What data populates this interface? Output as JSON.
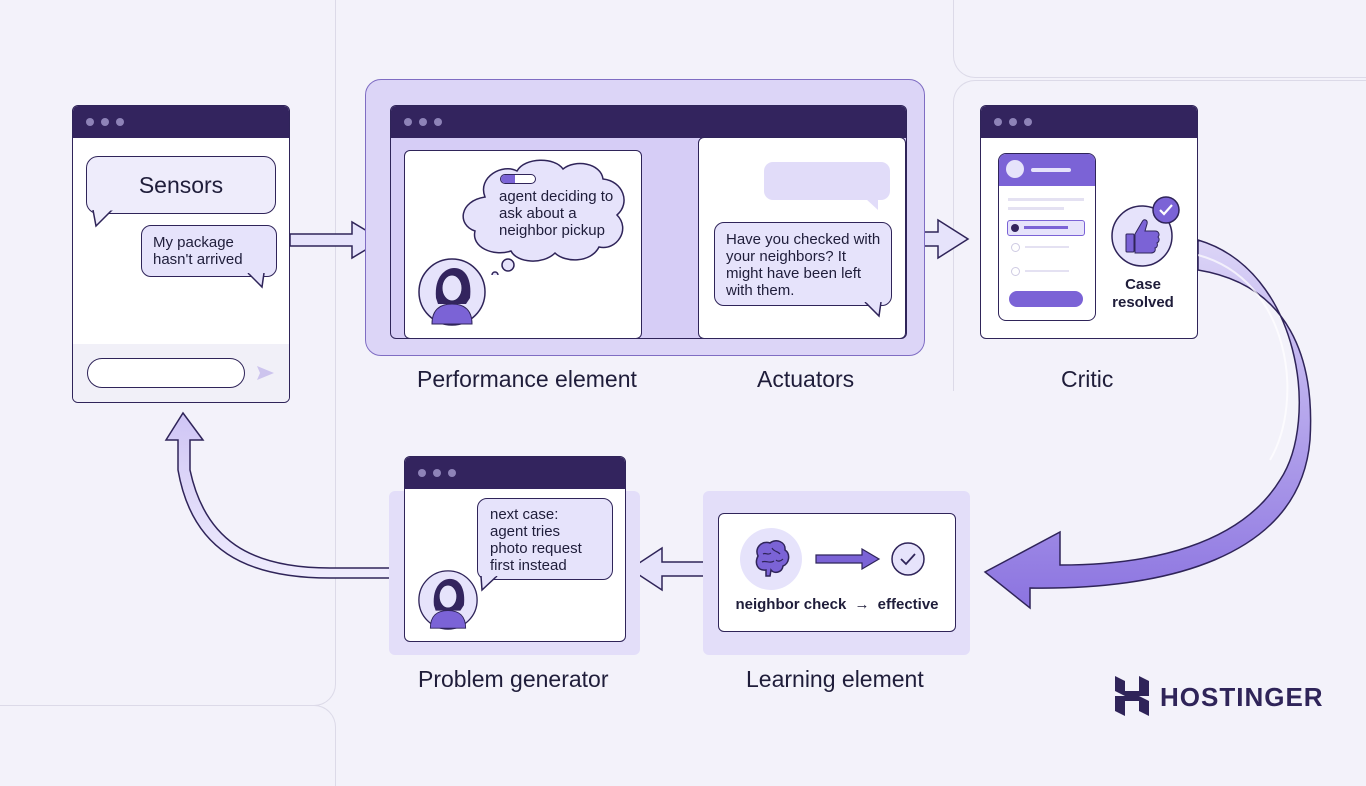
{
  "stages": {
    "sensors": {
      "label": "Sensors",
      "user_message": "My package hasn't arrived"
    },
    "performance": {
      "label": "Performance element",
      "thought": "agent deciding to ask about a neighbor pickup"
    },
    "actuators": {
      "label": "Actuators",
      "reply": "Have you checked with your neighbors? It might have been left with them."
    },
    "critic": {
      "label": "Critic",
      "status": "Case resolved"
    },
    "learning": {
      "label": "Learning element",
      "lesson_from": "neighbor check",
      "lesson_arrow": "→",
      "lesson_to": "effective"
    },
    "problem": {
      "label": "Problem generator",
      "suggestion": "next case: agent tries photo request first instead"
    }
  },
  "brand": {
    "name": "HOSTINGER"
  },
  "colors": {
    "background": "#f3f2fa",
    "dark_purple": "#33245e",
    "accent_purple": "#7b63d6",
    "light_purple": "#e6e3fb",
    "panel_purple": "#dcd5f7"
  },
  "icons": [
    "agent-avatar-icon",
    "thought-bubble-icon",
    "thumbs-up-icon",
    "check-badge-icon",
    "brain-icon",
    "check-circle-icon",
    "send-icon",
    "arrow-icon"
  ]
}
